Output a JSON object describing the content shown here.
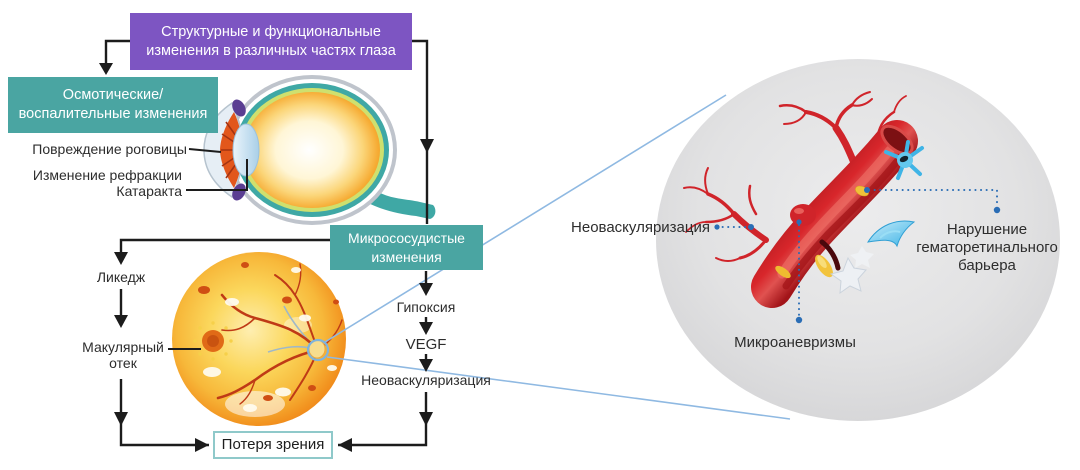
{
  "flow": {
    "structural_box": "Структурные и функциональные изменения в различных частях глаза",
    "osmotic_line1": "Осмотические/",
    "osmotic_line2": "воспалительные изменения",
    "corneal_damage": "Повреждение роговицы",
    "refraction_change": "Изменение рефракции",
    "cataract": "Катаракта",
    "microvascular_box": "Микрососудистые изменения",
    "hypoxia": "Гипоксия",
    "vegf": "VEGF",
    "neovascularization": "Неоваскуляризация",
    "leakage": "Ликедж",
    "macular_edema": "Макулярный отек",
    "vision_loss": "Потеря зрения"
  },
  "magnified": {
    "neovascularization": "Неоваскуляризация",
    "blood_retinal_barrier": "Нарушение гематоретинального барьера",
    "microaneurysms": "Микроаневризмы"
  },
  "colors": {
    "purple_box": "#7d55c2",
    "teal_box": "#4aa5a2",
    "vision_box_border": "#8fc9ca",
    "line_black": "#1c1c1c",
    "zoom_line_blue": "#8fb9e2",
    "dotted_blue": "#2a6db5",
    "vessel_red": "#d0242a",
    "cell_blue": "#3fb4e6",
    "gray_circle": "#dcdcdd",
    "fundus_orange": "#f2921f"
  }
}
